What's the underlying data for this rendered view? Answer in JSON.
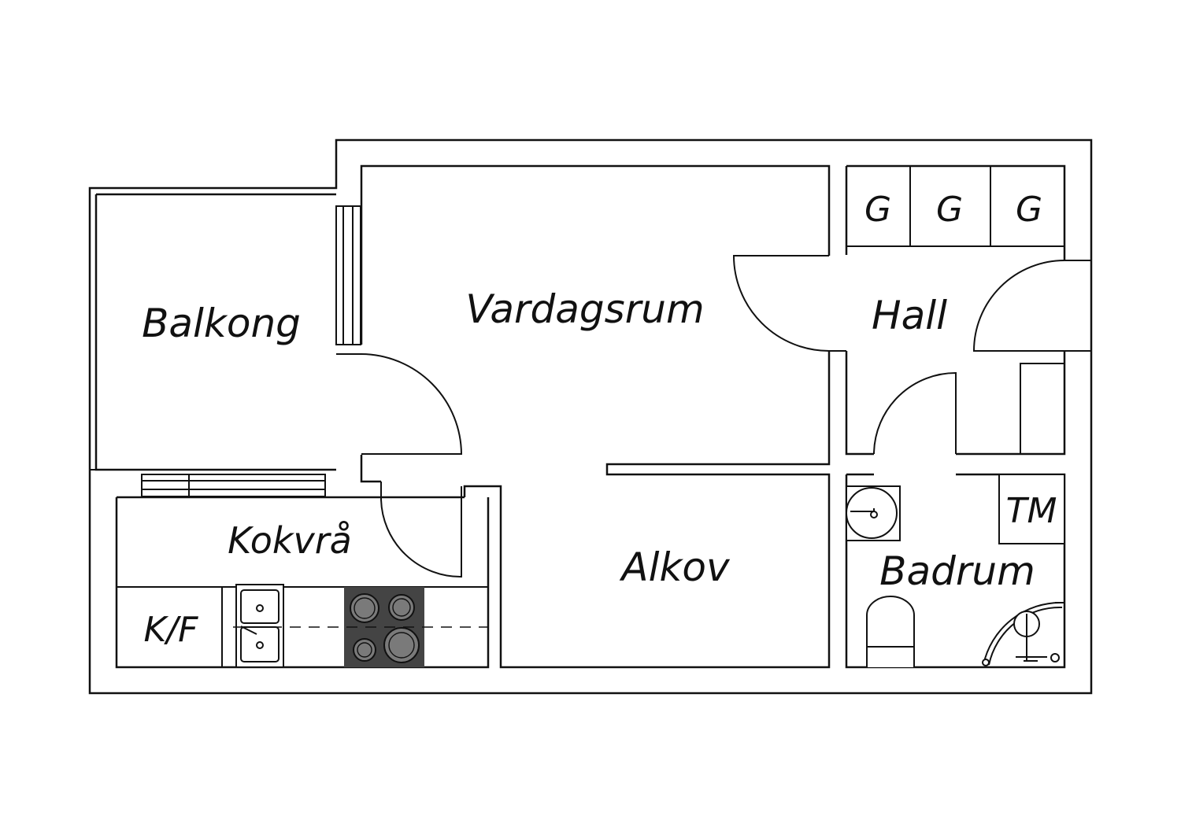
{
  "rooms": {
    "balkong": "Balkong",
    "vardagsrum": "Vardagsrum",
    "hall": "Hall",
    "kokvra": "Kokvrå",
    "alkov": "Alkov",
    "badrum": "Badrum"
  },
  "fixtures": {
    "wardrobe_1": "G",
    "wardrobe_2": "G",
    "wardrobe_3": "G",
    "fridge_freezer": "K/F",
    "washing_machine": "TM"
  },
  "colors": {
    "line": "#111111",
    "background": "#ffffff",
    "stove": "#444444",
    "burner": "#7a7a7a"
  }
}
